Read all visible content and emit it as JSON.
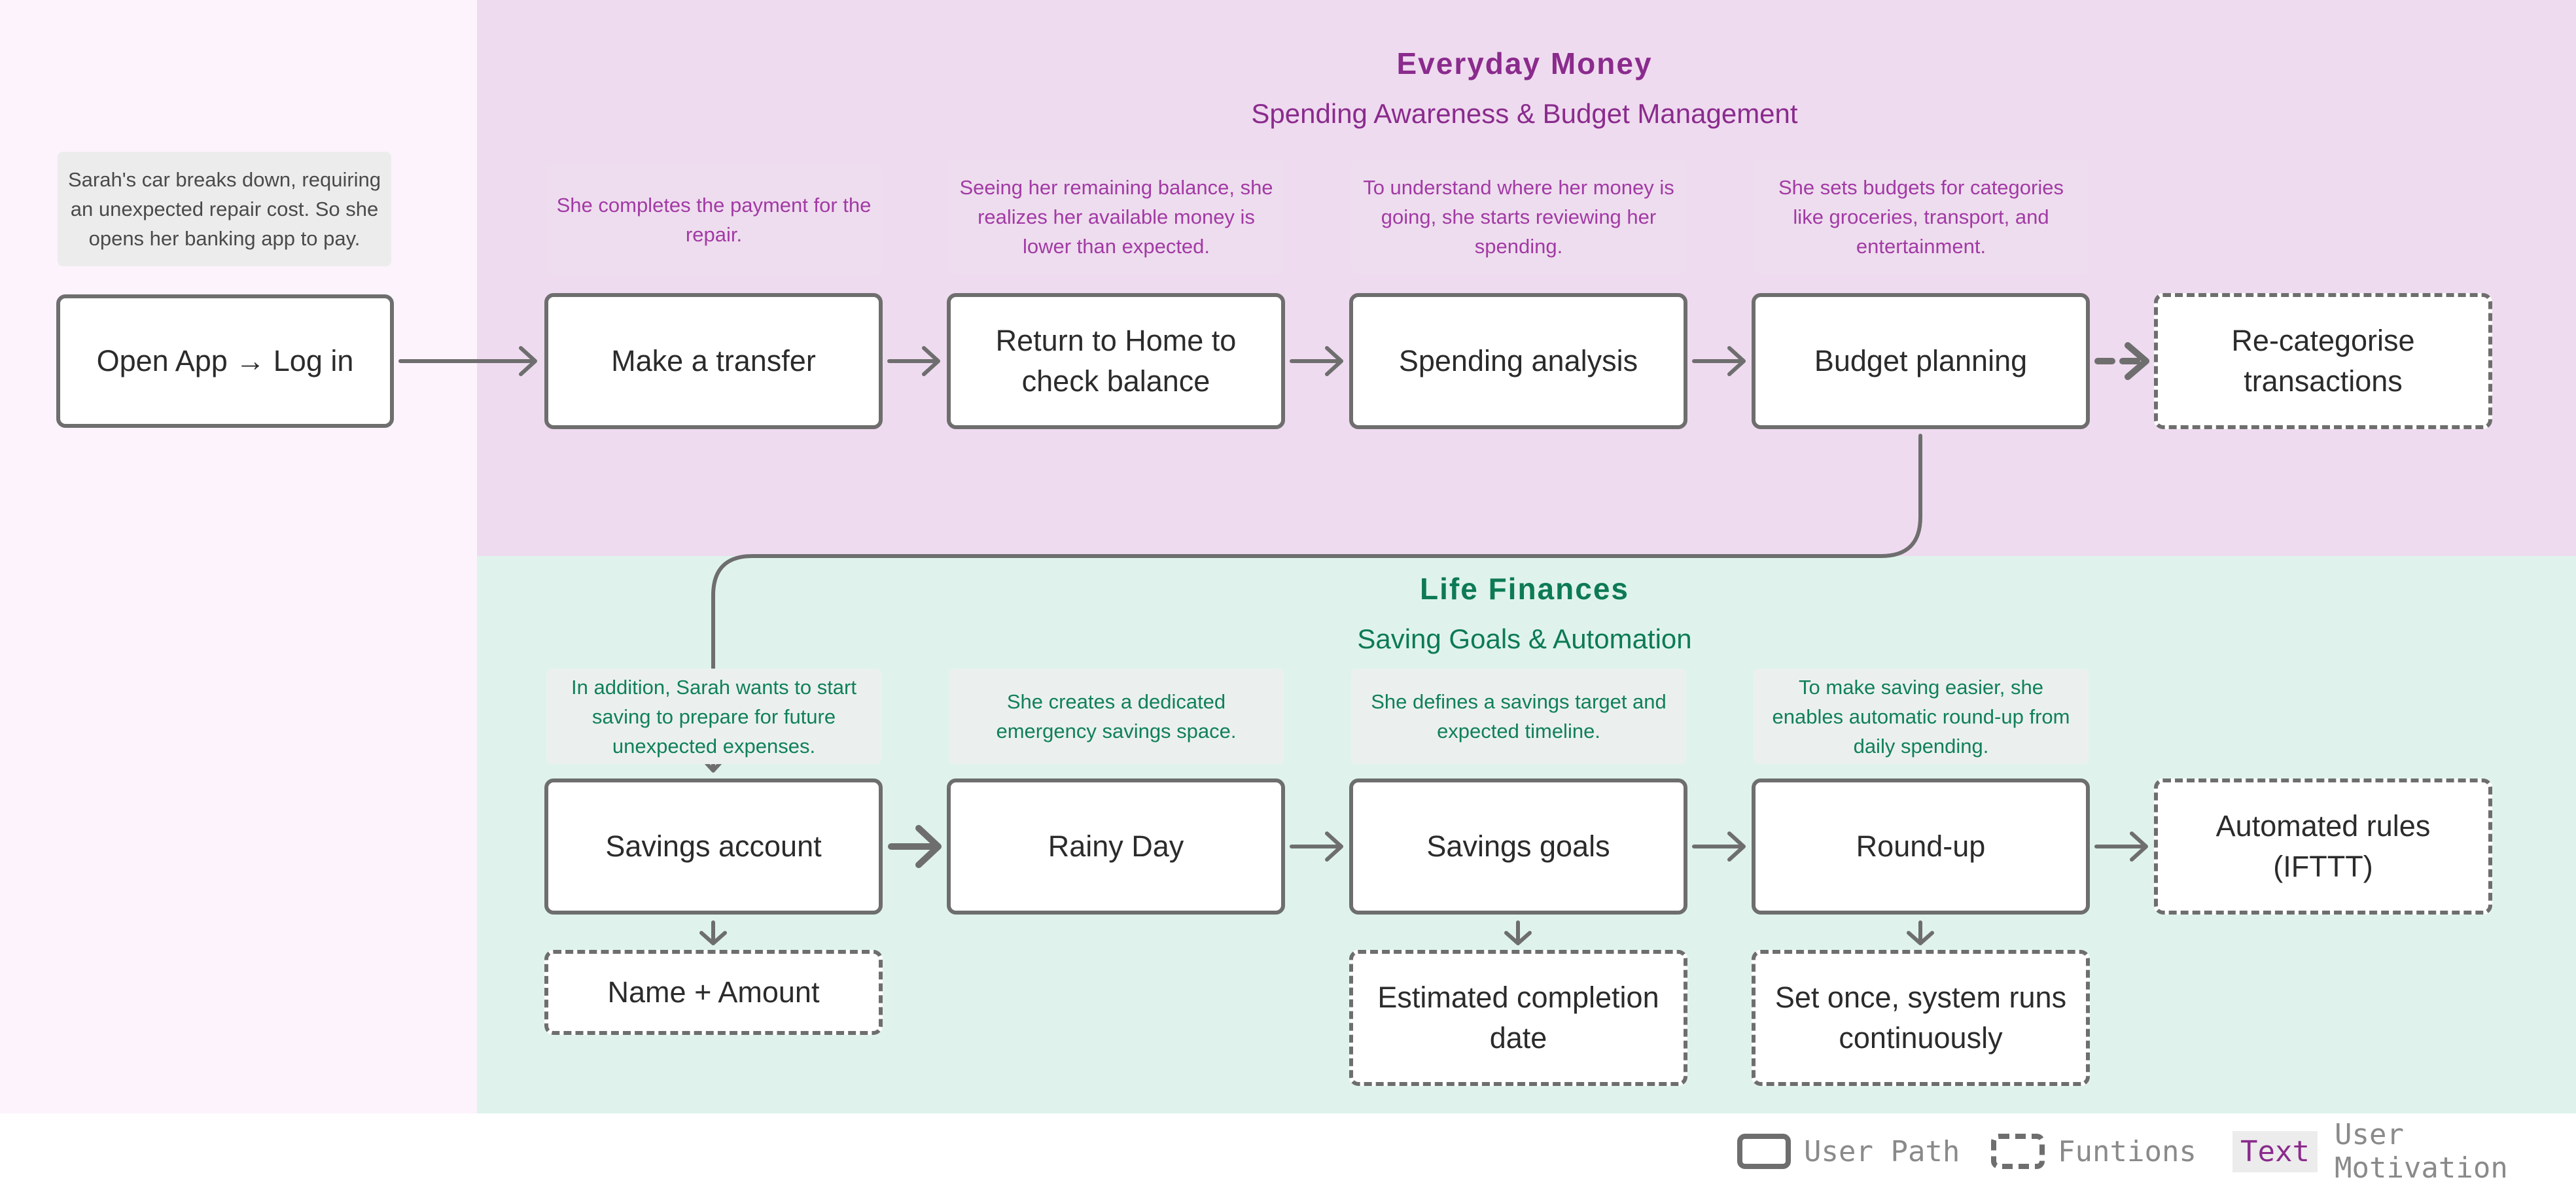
{
  "sections": {
    "everyday": {
      "title": "Everyday Money",
      "subtitle": "Spending Awareness & Budget Management"
    },
    "life": {
      "title": "Life Finances",
      "subtitle": "Saving Goals & Automation"
    }
  },
  "intro": {
    "note": "Sarah's car breaks down, requiring an unexpected repair cost. So she opens her banking app to pay.",
    "step": "Open App → Log in"
  },
  "everyday_steps": [
    {
      "label": "Make a transfer",
      "note": "She completes the payment for the repair."
    },
    {
      "label": "Return to Home to check balance",
      "note": "Seeing her remaining balance, she realizes her available money is lower than expected."
    },
    {
      "label": "Spending analysis",
      "note": "To understand where her money is going, she starts reviewing her spending."
    },
    {
      "label": "Budget planning",
      "note": "She sets budgets for categories like groceries, transport, and entertainment."
    }
  ],
  "everyday_function": "Re-categorise transactions",
  "life_steps": [
    {
      "label": "Savings account",
      "note": "In addition, Sarah wants to start saving to prepare for future unexpected expenses."
    },
    {
      "label": "Rainy Day",
      "note": "She creates a dedicated emergency savings space."
    },
    {
      "label": "Savings goals",
      "note": "She defines a savings target and expected timeline."
    },
    {
      "label": "Round-up",
      "note": "To make saving easier, she enables automatic round-up from daily spending."
    }
  ],
  "life_functions": {
    "automated_rules": "Automated rules (IFTTT)",
    "name_amount": "Name + Amount",
    "completion_date": "Estimated completion date",
    "set_once": "Set once, system runs continuously"
  },
  "legend": {
    "user_path": "User Path",
    "functions": "Funtions",
    "text_sample": "Text",
    "user_motivation": "User Motivation"
  },
  "colors": {
    "everyday_bg": "#efdbef",
    "life_bg": "#dff3ec",
    "left_bg": "#fcf3fc",
    "everyday_accent": "#8a2b8d",
    "life_accent": "#0d7a55",
    "border": "#6e6e6e"
  }
}
